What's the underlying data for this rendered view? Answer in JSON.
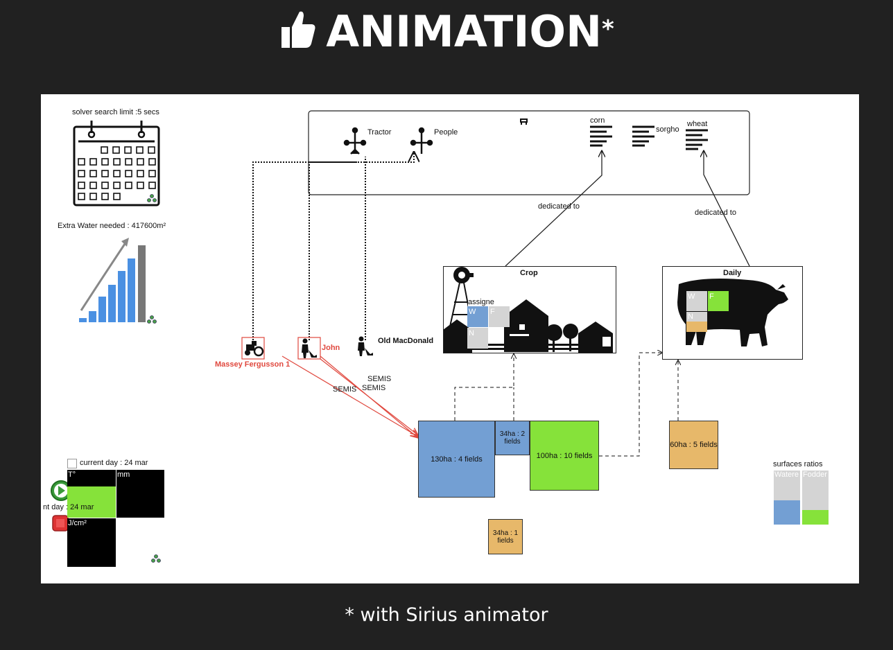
{
  "header": {
    "title": "ANIMATION",
    "mark": "*"
  },
  "footer": {
    "note": "* with Sirius animator"
  },
  "left": {
    "solver_label": "solver search limit :5 secs",
    "water_label": "Extra Water needed : 417600m²",
    "current_day_label": "current day : 24  mar",
    "panel_temp": "T°",
    "panel_mm": "mm",
    "panel_day": "nt day : 24  mar",
    "panel_energy": "J/cm²"
  },
  "resources": {
    "tractor": "Tractor",
    "people": "People",
    "crop_corn": "corn",
    "crop_sorgho": "sorgho",
    "crop_wheat": "wheat"
  },
  "links": {
    "dedicated_left": "dedicated to",
    "dedicated_right": "dedicated to",
    "semis_1": "SEMIS",
    "semis_2": "SEMIS",
    "semis_3": "SEMIS"
  },
  "actors": {
    "massey": "Massey Fergusson 1",
    "john": "John",
    "old_macdonald": "Old MacDonald"
  },
  "crop_box": {
    "title": "Crop",
    "assign": "assigne",
    "w": "W",
    "f": "F",
    "n": "N"
  },
  "daily_box": {
    "title": "Daily",
    "w": "W",
    "f": "F",
    "n": "N"
  },
  "blocks": {
    "b130": "130ha : 4 fields",
    "b34_2": "34ha : 2 fields",
    "b100": "100ha : 10 fields",
    "b60": "60ha : 5 fields",
    "b34_1": "34ha : 1 fields"
  },
  "ratios": {
    "title": "surfaces ratios",
    "water": "Watere",
    "fodder": "Fodder"
  },
  "colors": {
    "blue": "#739fd3",
    "green": "#86e23a",
    "orange": "#e7b86a",
    "red": "#e0483e"
  }
}
